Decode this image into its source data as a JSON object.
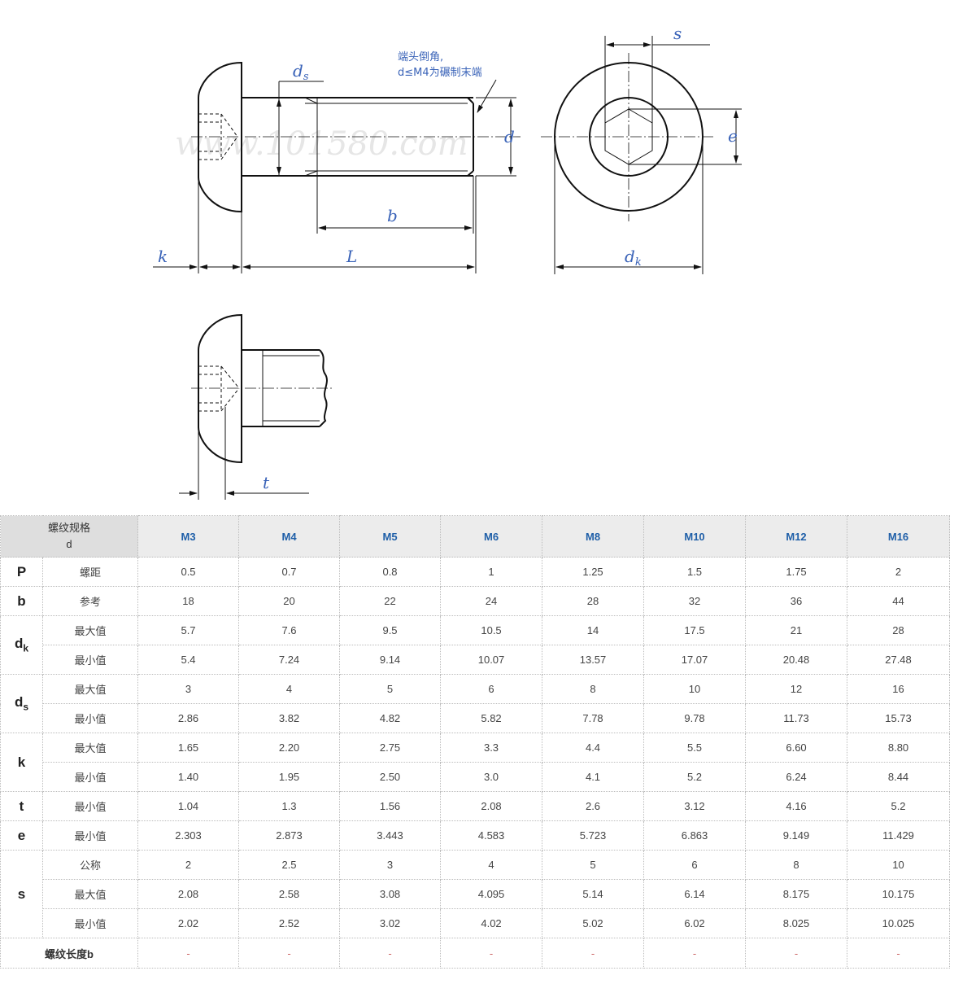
{
  "drawing": {
    "labels": {
      "ds": "d",
      "ds_sub": "s",
      "d": "d",
      "b": "b",
      "k": "k",
      "L": "L",
      "s": "s",
      "e": "e",
      "dk": "d",
      "dk_sub": "k",
      "t": "t"
    },
    "note_line1": "端头倒角,",
    "note_line2": "d≤M4为碾制末端",
    "watermark": "www.101580.com"
  },
  "table": {
    "corner_line1": "螺纹规格",
    "corner_line2": "d",
    "sizes": [
      "M3",
      "M4",
      "M5",
      "M6",
      "M8",
      "M10",
      "M12",
      "M16"
    ],
    "groups": [
      {
        "symbol": "P",
        "symbol_sub": "",
        "rows": [
          {
            "label": "螺距",
            "values": [
              "0.5",
              "0.7",
              "0.8",
              "1",
              "1.25",
              "1.5",
              "1.75",
              "2"
            ]
          }
        ]
      },
      {
        "symbol": "b",
        "symbol_sub": "",
        "rows": [
          {
            "label": "参考",
            "values": [
              "18",
              "20",
              "22",
              "24",
              "28",
              "32",
              "36",
              "44"
            ]
          }
        ]
      },
      {
        "symbol": "d",
        "symbol_sub": "k",
        "rows": [
          {
            "label": "最大值",
            "values": [
              "5.7",
              "7.6",
              "9.5",
              "10.5",
              "14",
              "17.5",
              "21",
              "28"
            ]
          },
          {
            "label": "最小值",
            "values": [
              "5.4",
              "7.24",
              "9.14",
              "10.07",
              "13.57",
              "17.07",
              "20.48",
              "27.48"
            ]
          }
        ]
      },
      {
        "symbol": "d",
        "symbol_sub": "s",
        "rows": [
          {
            "label": "最大值",
            "values": [
              "3",
              "4",
              "5",
              "6",
              "8",
              "10",
              "12",
              "16"
            ]
          },
          {
            "label": "最小值",
            "values": [
              "2.86",
              "3.82",
              "4.82",
              "5.82",
              "7.78",
              "9.78",
              "11.73",
              "15.73"
            ]
          }
        ]
      },
      {
        "symbol": "k",
        "symbol_sub": "",
        "rows": [
          {
            "label": "最大值",
            "values": [
              "1.65",
              "2.20",
              "2.75",
              "3.3",
              "4.4",
              "5.5",
              "6.60",
              "8.80"
            ]
          },
          {
            "label": "最小值",
            "values": [
              "1.40",
              "1.95",
              "2.50",
              "3.0",
              "4.1",
              "5.2",
              "6.24",
              "8.44"
            ]
          }
        ]
      },
      {
        "symbol": "t",
        "symbol_sub": "",
        "rows": [
          {
            "label": "最小值",
            "values": [
              "1.04",
              "1.3",
              "1.56",
              "2.08",
              "2.6",
              "3.12",
              "4.16",
              "5.2"
            ]
          }
        ]
      },
      {
        "symbol": "e",
        "symbol_sub": "",
        "rows": [
          {
            "label": "最小值",
            "values": [
              "2.303",
              "2.873",
              "3.443",
              "4.583",
              "5.723",
              "6.863",
              "9.149",
              "11.429"
            ]
          }
        ]
      },
      {
        "symbol": "s",
        "symbol_sub": "",
        "rows": [
          {
            "label": "公称",
            "values": [
              "2",
              "2.5",
              "3",
              "4",
              "5",
              "6",
              "8",
              "10"
            ]
          },
          {
            "label": "最大值",
            "values": [
              "2.08",
              "2.58",
              "3.08",
              "4.095",
              "5.14",
              "6.14",
              "8.175",
              "10.175"
            ]
          },
          {
            "label": "最小值",
            "values": [
              "2.02",
              "2.52",
              "3.02",
              "4.02",
              "5.02",
              "6.02",
              "8.025",
              "10.025"
            ]
          }
        ]
      }
    ],
    "thread_length_label": "螺纹长度b",
    "thread_length_values": [
      "-",
      "-",
      "-",
      "-",
      "-",
      "-",
      "-",
      "-"
    ]
  }
}
